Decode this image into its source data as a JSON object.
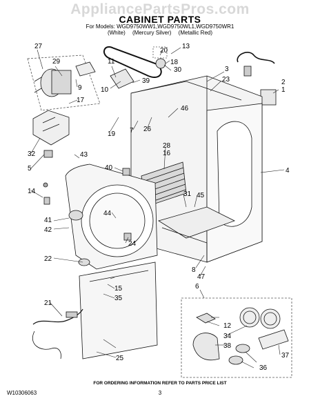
{
  "watermark": "AppliancePartsPros.com",
  "header": {
    "title": "CABINET PARTS",
    "models": "For Models: WGD9750WW1,WGD9750WL1,WGD9750WR1",
    "variants": [
      "(White)",
      "(Mercury Silver)",
      "(Metallic Red)"
    ]
  },
  "callouts": [
    "27",
    "29",
    "9",
    "17",
    "32",
    "5",
    "14",
    "10",
    "11",
    "39",
    "30",
    "20",
    "18",
    "13",
    "19",
    "7",
    "26",
    "46",
    "28",
    "16",
    "3",
    "23",
    "2",
    "1",
    "4",
    "43",
    "40",
    "44",
    "41",
    "42",
    "22",
    "24",
    "31",
    "45",
    "8",
    "47",
    "6",
    "15",
    "35",
    "21",
    "12",
    "34",
    "38",
    "37",
    "36",
    "25"
  ],
  "footer": {
    "note": "FOR ORDERING INFORMATION REFER TO PARTS PRICE LIST",
    "doc_number": "W10306063",
    "page": "3"
  }
}
